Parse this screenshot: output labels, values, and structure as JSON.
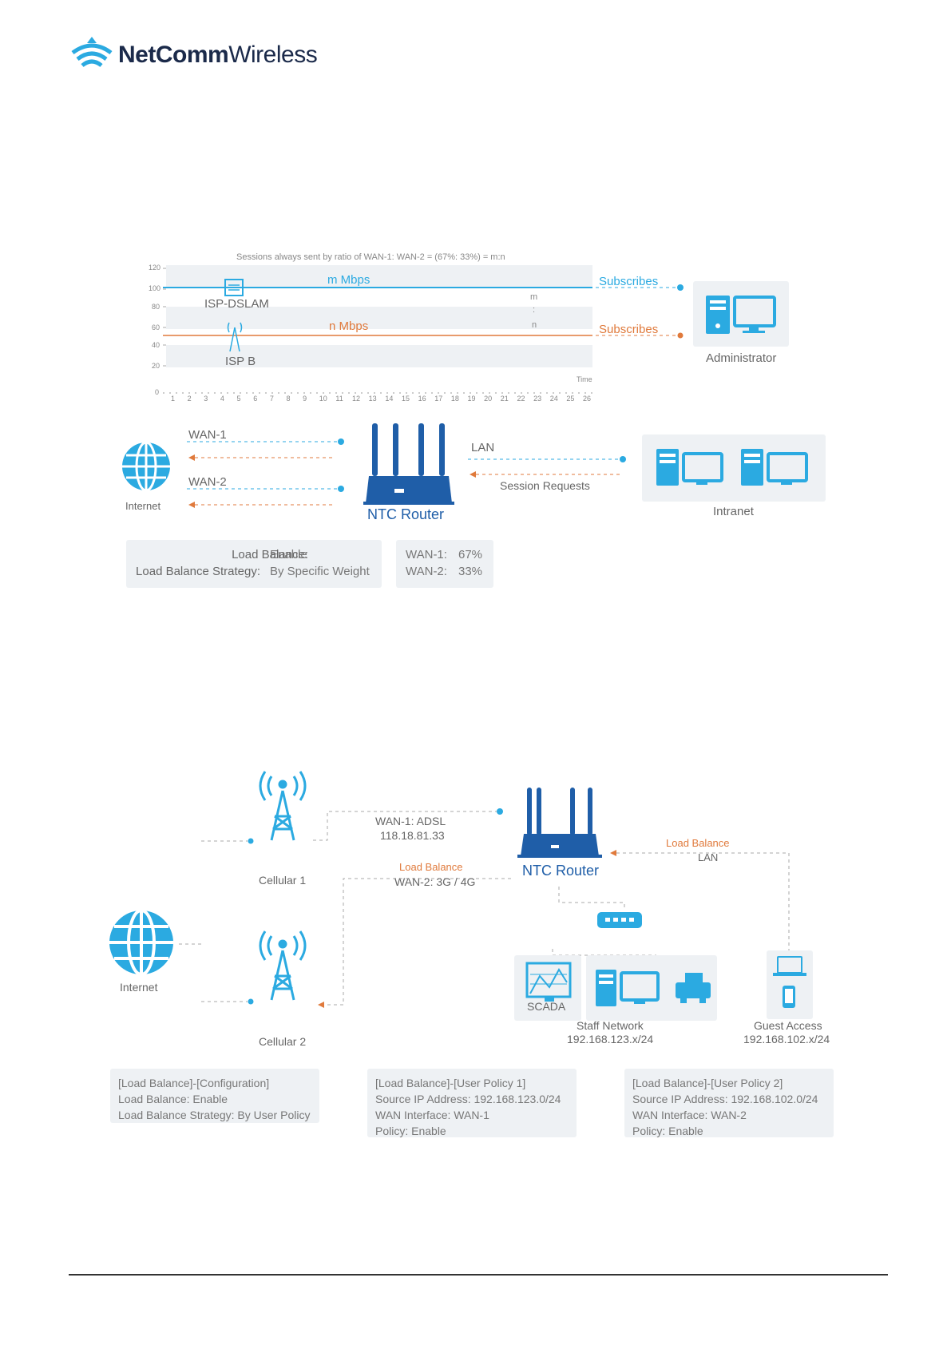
{
  "brand": {
    "bold": "NetComm",
    "light": "Wireless"
  },
  "diagram1": {
    "caption": "Sessions always sent by ratio of WAN-1: WAN-2 = (67%: 33%) = m:n",
    "y_ticks": [
      "120",
      "100",
      "80",
      "60",
      "40",
      "20",
      "0"
    ],
    "x_ticks": [
      "1",
      "2",
      "3",
      "4",
      "5",
      "6",
      "7",
      "8",
      "9",
      "10",
      "11",
      "12",
      "13",
      "14",
      "15",
      "16",
      "17",
      "18",
      "19",
      "20",
      "21",
      "22",
      "23",
      "24",
      "25",
      "26"
    ],
    "time_label": "Time",
    "band1_label": "m Mbps",
    "band2_label": "n Mbps",
    "isp_a": "ISP-DSLAM",
    "isp_b": "ISP B",
    "ratio_m": "m",
    "ratio_colon": ":",
    "ratio_n": "n",
    "subscribes_1": "Subscribes",
    "subscribes_2": "Subscribes",
    "administrator": "Administrator",
    "wan1": "WAN-1",
    "wan2": "WAN-2",
    "internet": "Internet",
    "router": "NTC Router",
    "lan": "LAN",
    "session_requests": "Session Requests",
    "intranet": "Intranet",
    "panel_left": {
      "k1": "Load Balance:",
      "v1": "Enable",
      "k2": "Load Balance Strategy:",
      "v2": "By Specific Weight"
    },
    "panel_right": {
      "k1": "WAN-1:",
      "v1": "67%",
      "k2": "WAN-2:",
      "v2": "33%"
    }
  },
  "diagram2": {
    "wan1_line1": "WAN-1: ADSL",
    "wan1_line2": "118.18.81.33",
    "load_balance_left": "Load Balance",
    "wan2": "WAN-2: 3G / 4G",
    "router": "NTC Router",
    "load_balance_right": "Load Balance",
    "lan": "LAN",
    "cellular1": "Cellular 1",
    "cellular2": "Cellular 2",
    "internet": "Internet",
    "scada": "SCADA",
    "staff_network": "Staff Network",
    "staff_ip": "192.168.123.x/24",
    "guest_access": "Guest Access",
    "guest_ip": "192.168.102.x/24",
    "panel1": [
      "[Load Balance]-[Configuration]",
      "Load Balance: Enable",
      "Load Balance Strategy: By User Policy"
    ],
    "panel2": [
      "[Load Balance]-[User Policy 1]",
      "Source IP Address: 192.168.123.0/24",
      "WAN Interface: WAN-1",
      "Policy: Enable"
    ],
    "panel3": [
      "[Load Balance]-[User Policy 2]",
      "Source IP Address: 192.168.102.0/24",
      "WAN Interface: WAN-2",
      "Policy: Enable"
    ]
  },
  "colors": {
    "blue": "#2baae1",
    "orange": "#e07a3c",
    "navy": "#1f5ea8"
  }
}
